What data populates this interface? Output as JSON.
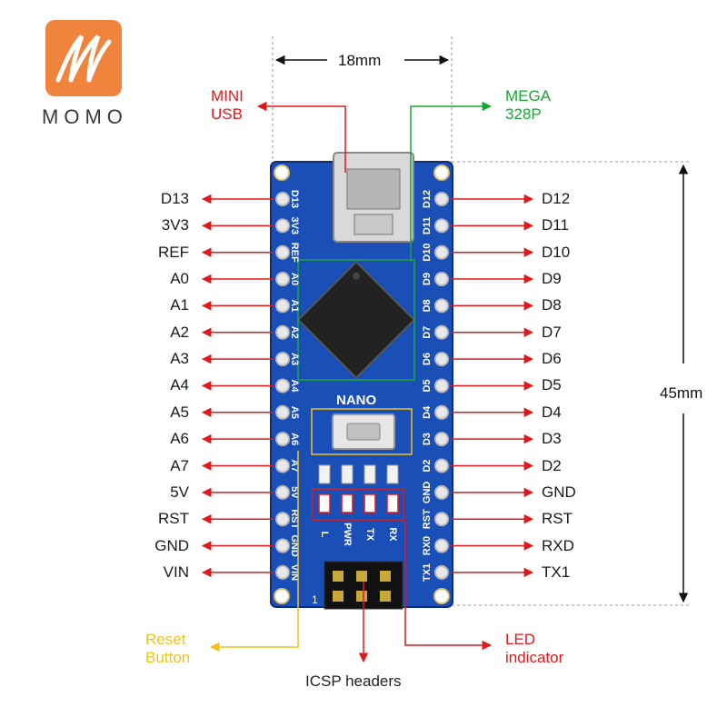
{
  "brand": {
    "name": "MOMO",
    "color": "#f0843c"
  },
  "dimensions": {
    "width_label": "18mm",
    "height_label": "45mm"
  },
  "callouts": {
    "mini_usb": {
      "line1": "MINI",
      "line2": "USB",
      "color": "#e0191b"
    },
    "mega": {
      "line1": "MEGA",
      "line2": "328P",
      "color": "#1aa635"
    },
    "reset": {
      "line1": "Reset",
      "line2": "Button",
      "color": "#f2c21a"
    },
    "icsp": {
      "text": "ICSP headers",
      "color": "#222222"
    },
    "led": {
      "line1": "LED",
      "line2": "indicator",
      "color": "#e0191b"
    }
  },
  "left_pins": [
    "D13",
    "3V3",
    "REF",
    "A0",
    "A1",
    "A2",
    "A3",
    "A4",
    "A5",
    "A6",
    "A7",
    "5V",
    "RST",
    "GND",
    "VIN"
  ],
  "right_pins": [
    "D12",
    "D11",
    "D10",
    "D9",
    "D8",
    "D7",
    "D6",
    "D5",
    "D4",
    "D3",
    "D2",
    "GND",
    "RST",
    "RXD",
    "TX1"
  ],
  "board": {
    "chip_label": "NANO",
    "silk_left": [
      "D13",
      "3V3",
      "REF",
      "A0",
      "A1",
      "A2",
      "A3",
      "A4",
      "A5",
      "A6",
      "A7",
      "5V",
      "RST",
      "GND",
      "VIN"
    ],
    "silk_right": [
      "D12",
      "D11",
      "D10",
      "D9",
      "D8",
      "D7",
      "D6",
      "D5",
      "D4",
      "D3",
      "D2",
      "GND",
      "RST",
      "RX0",
      "TX1"
    ],
    "leds": [
      "L",
      "PWR",
      "TX",
      "RX"
    ],
    "icsp_pin1": "1"
  },
  "colors": {
    "board": "#1b4fb8",
    "arrow": "#e0191b"
  }
}
